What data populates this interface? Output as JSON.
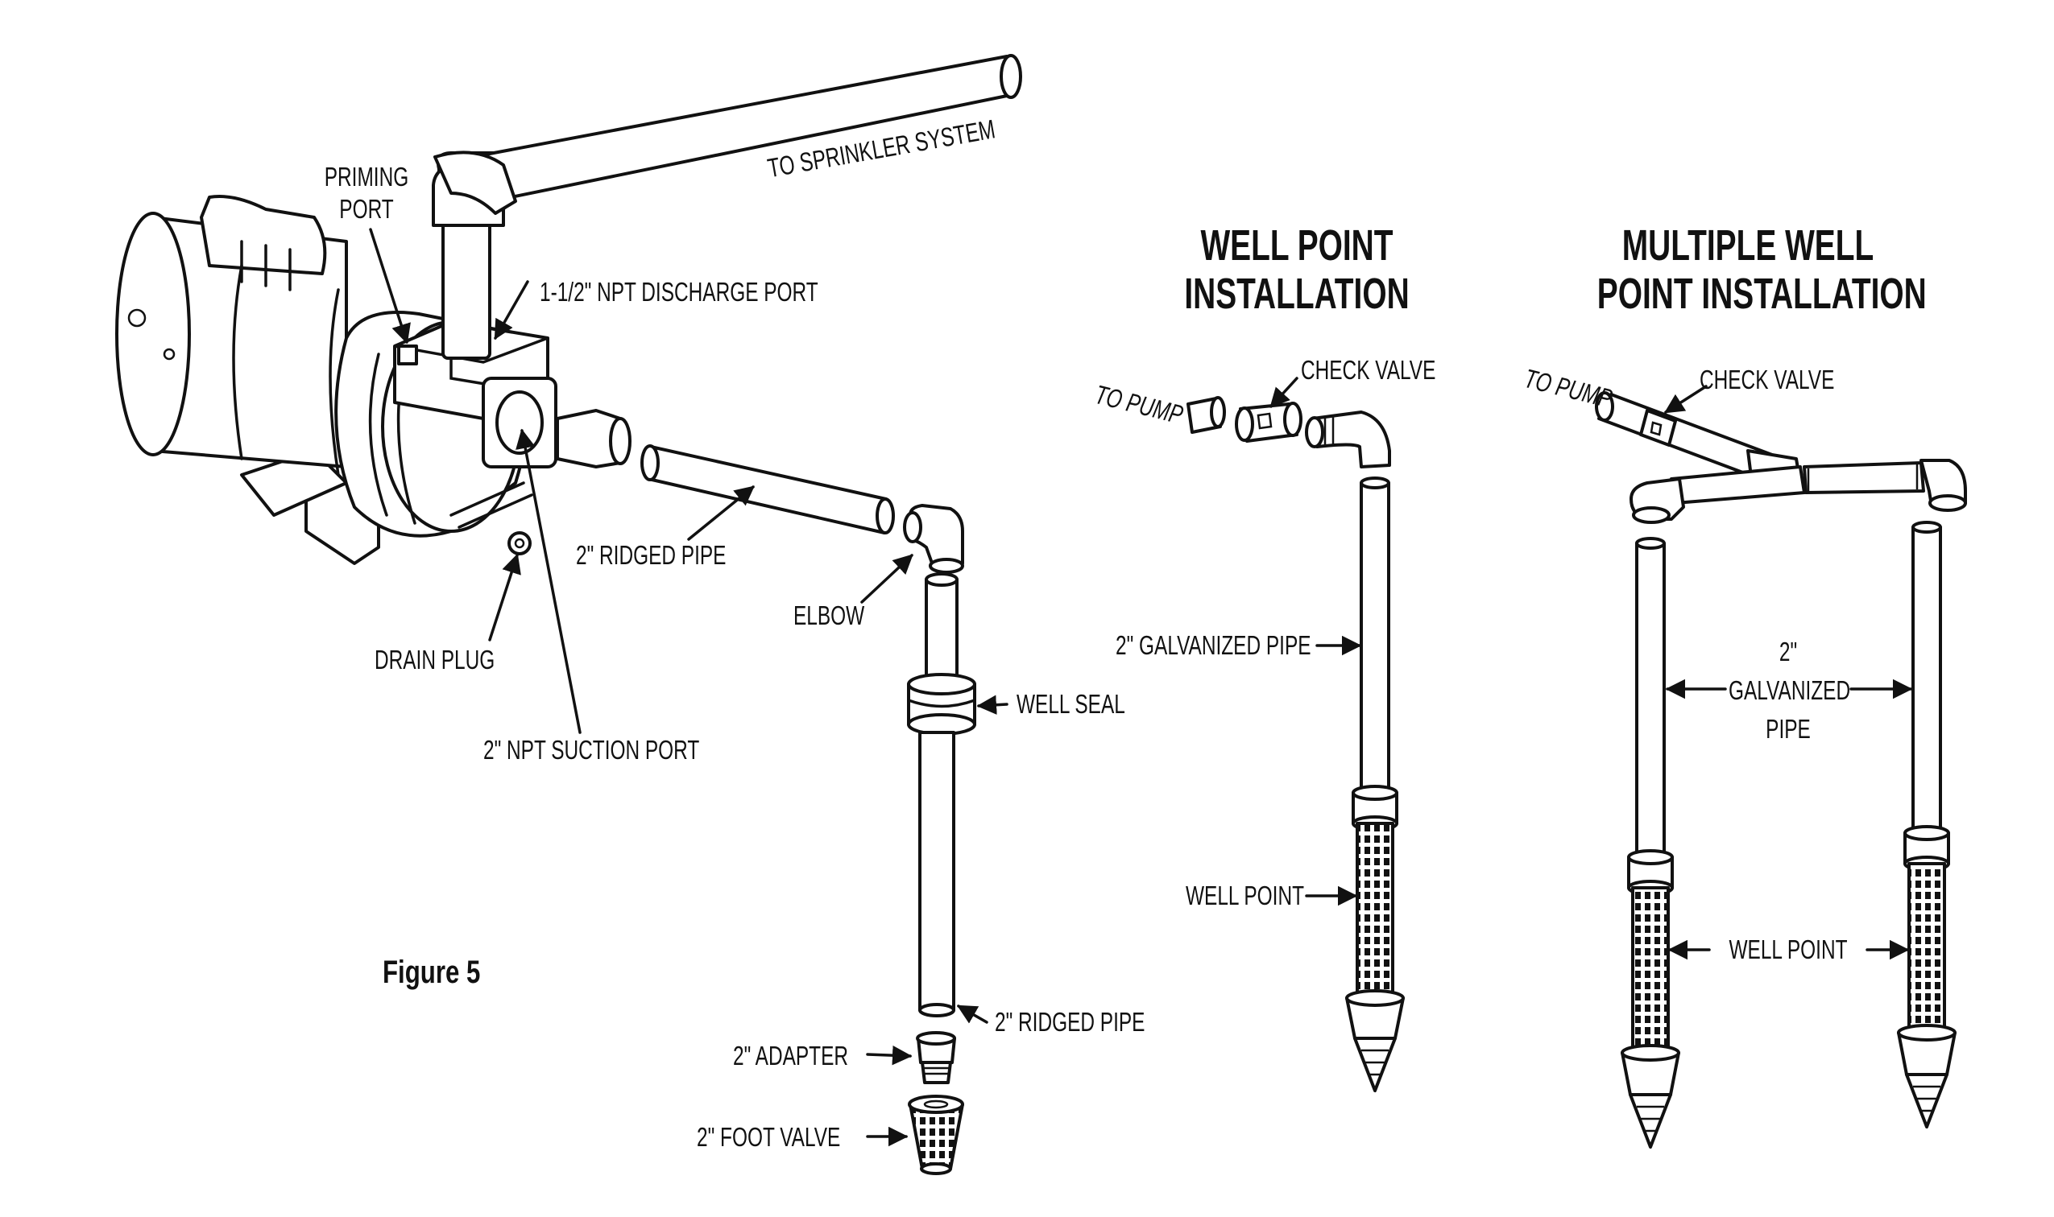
{
  "diagram": {
    "figure_label": "Figure 5",
    "pump_labels": {
      "to_sprinkler": "TO SPRINKLER SYSTEM",
      "priming_port_line1": "PRIMING",
      "priming_port_line2": "PORT",
      "discharge_port": "1-1/2\"  NPT DISCHARGE PORT",
      "ridged_pipe_top": "2\"  RIDGED PIPE",
      "drain_plug": "DRAIN PLUG",
      "suction_port": "2\"  NPT SUCTION PORT",
      "elbow": "ELBOW",
      "well_seal": "WELL SEAL",
      "ridged_pipe_bottom": "2\" RIDGED PIPE",
      "adapter": "2\" ADAPTER",
      "foot_valve": "2\"  FOOT  VALVE"
    },
    "well_point": {
      "title_line1": "WELL POINT",
      "title_line2": "INSTALLATION",
      "to_pump": "TO PUMP",
      "check_valve": "CHECK VALVE",
      "galvanized_pipe": "2\" GALVANIZED PIPE",
      "well_point_label": "WELL POINT"
    },
    "multiple_well_point": {
      "title_line1": "MULTIPLE WELL",
      "title_line2": "POINT INSTALLATION",
      "to_pump": "TO PUMP",
      "check_valve": "CHECK VALVE",
      "galvanized_line1": "2\"",
      "galvanized_line2": "GALVANIZED",
      "galvanized_line3": "PIPE",
      "well_point_label": "WELL POINT"
    }
  }
}
